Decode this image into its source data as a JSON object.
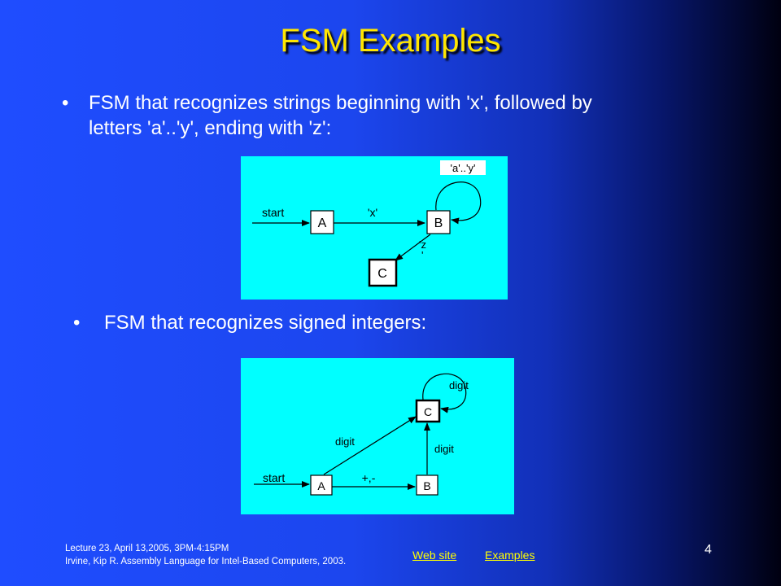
{
  "slide": {
    "title": "FSM Examples",
    "bullets": [
      {
        "symbol": "•",
        "line1": "FSM that recognizes strings beginning with 'x', followed by",
        "line2": "letters 'a'..'y', ending with 'z':"
      },
      {
        "symbol": "•",
        "line1": "FSM that recognizes signed integers:"
      }
    ]
  },
  "diagram1": {
    "states": [
      "A",
      "B",
      "C"
    ],
    "labels": {
      "start": "start",
      "a_to_b": "'x'",
      "b_loop": "'a'..'y'",
      "b_to_c_line1": "'z",
      "b_to_c_line2": "'"
    }
  },
  "diagram2": {
    "states": [
      "A",
      "B",
      "C"
    ],
    "labels": {
      "start": "start",
      "a_to_b": "+,-",
      "a_to_c": "digit",
      "b_to_c": "digit",
      "c_loop": "digit"
    }
  },
  "footer": {
    "lecture": "Lecture 23, April 13,2005, 3PM-4:15PM",
    "citation": "Irvine, Kip R. Assembly Language for Intel-Based Computers, 2003.",
    "links": [
      "Web site",
      "Examples"
    ],
    "page_number": "4"
  },
  "colors": {
    "title": "#ffe600",
    "diagram_background": "#00ffff",
    "links": "#ffff00",
    "body_text": "#ffffff"
  }
}
